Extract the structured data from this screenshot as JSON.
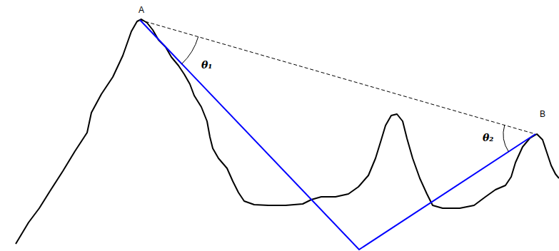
{
  "diagram": {
    "labels": [
      "A",
      "B",
      "θ₁",
      "θ₂"
    ]
  }
}
